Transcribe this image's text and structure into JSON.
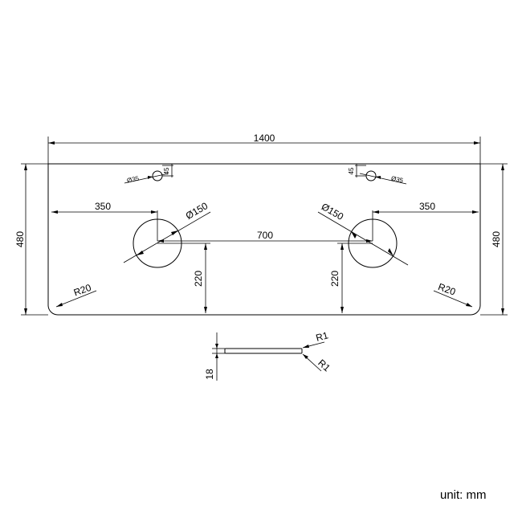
{
  "dimensions": {
    "overall_width": "1400",
    "height_left": "480",
    "height_right": "480",
    "left_offset": "350",
    "right_offset": "350",
    "hole_spacing": "700",
    "left_hole_diameter": "Ø150",
    "right_hole_diameter": "Ø150",
    "left_hole_height": "220",
    "right_hole_height": "220",
    "left_small_hole_diameter": "Ø35",
    "right_small_hole_diameter": "Ø35",
    "left_small_hole_offset": "45",
    "right_small_hole_offset": "45",
    "left_corner_radius": "R20",
    "right_corner_radius": "R20",
    "thickness": "18",
    "edge_radius_top": "R1",
    "edge_radius_bottom": "R1"
  },
  "unit_label": "unit: mm"
}
